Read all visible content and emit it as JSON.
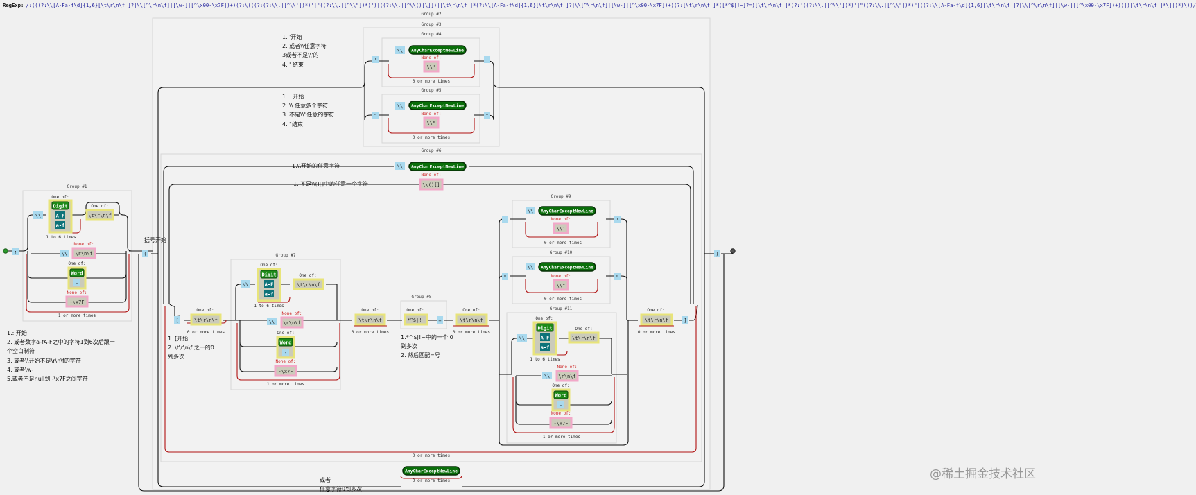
{
  "header": {
    "label": "RegExp:",
    "pattern": "/:(((?:\\\\[A-Fa-f\\d]{1,6}[\\t\\r\\n\\f ]?|\\\\[^\\r\\n\\f]|[\\w-]|[^\\x00-\\x7F])+)(?:\\(((?:(?:\\\\.|[^\\\\'])*)'|\"((?:\\\\.|[^\\\\\"])*)\")|((?:\\\\.|[^\\\\()[\\]])|[\\t\\r\\n\\f ]*(?:\\\\[A-Fa-f\\d]{1,6}[\\t\\r\\n\\f ]?|\\\\[^\\r\\n\\f]|[\\w-]|[^\\x00-\\x7F])+)(?:[\\t\\r\\n\\f ]*([*^$|!~]?=)[\\t\\r\\n\\f ]*(?:'((?:\\\\.|[^\\\\'])*)'|\"((?:\\\\.|[^\\\\\"])*)\"|((?:\\\\[A-Fa-f\\d]{1,6}[\\t\\r\\n\\f ]?|\\\\[^\\r\\n\\f]|[\\w-]|[^\\x00-\\x7F])+))|)[\\t\\r\\n\\f ]*\\]|)*)\\))/"
  },
  "labels": {
    "group1": "Group #1",
    "group2": "Group #2",
    "group3": "Group #3",
    "group4": "Group #4",
    "group5": "Group #5",
    "group6": "Group #6",
    "group7": "Group #7",
    "group8": "Group #8",
    "group9": "Group #9",
    "group10": "Group #10",
    "group11": "Group #11",
    "one_of": "One of:",
    "none_of": "None of:",
    "zero_or_more": "0 or more times",
    "one_or_more": "1 or more times",
    "one_to_six": "1 to 6 times",
    "digit": "Digit",
    "af_upper": "A-F",
    "af_lower": "a-f",
    "word": "Word",
    "dash": "-",
    "ws_set": "\\t\\r\\n\\f",
    "nl_set": "\\r\\n\\f",
    "high_range": "-\\x7F",
    "any_except_newline": "AnyCharExceptNewLine",
    "backslash": "\\\\",
    "colon": ":",
    "lparen": "(",
    "rparen": ")",
    "squote": "'",
    "dquote": "\"",
    "lbracket": "[",
    "rbracket": "]",
    "eq": "=",
    "quote_bs_set": "\\\\'",
    "dquote_bs_set": "\\\\\"",
    "paren_bracket_set": "\\\\()[]",
    "ops_set": "*^$|!~"
  },
  "annotations": {
    "group1_notes": [
      "1.: 开始",
      "2. 或者数字a-fA-F之中的字符1到6次后跟一",
      "个空白制符",
      "3. 或者\\\\开始不是\\r\\n\\f的字符",
      "4. 或者\\w-",
      "5.或者不是null到 -\\x7F之间字符"
    ],
    "bracket_open": "括号开始",
    "group4_notes": [
      "1. '开始",
      "2. 或者\\\\任意字符",
      "3或者不是\\\\'的",
      "4. '  结束"
    ],
    "group5_notes": [
      "1. : 开始",
      "2. \\\\ 任意多个字符",
      "3. 不是\\\\\"任意的字符",
      "4.  \"结束"
    ],
    "group6_line1": "1.\\\\开始的任意字符",
    "group6_line2": "1. 不是\\\\()[]中的任意一个字符",
    "bracket_notes": [
      "1. [开始",
      "2. \\t\\r\\n\\f  之一的0",
      "到多次"
    ],
    "ops_notes": [
      "1.*^$|!~中的一个 0",
      "到多次",
      "2. 然后匹配=号"
    ],
    "bottom_notes": [
      "或者",
      "任意字符0到多次"
    ]
  },
  "watermark": "@稀土掘金技术社区",
  "colors": {
    "literal": "#a9d9ee",
    "charset_bg": "#cbcbba",
    "charset_border": "#e8e47a",
    "negated_border": "#f2a8c8",
    "class_green": "#1d8a18",
    "range_teal": "#0e7379",
    "anychar_green": "#0a6e0a",
    "loop_red": "#b01212",
    "line": "#111111",
    "group_bg": "#f2f2f2"
  }
}
